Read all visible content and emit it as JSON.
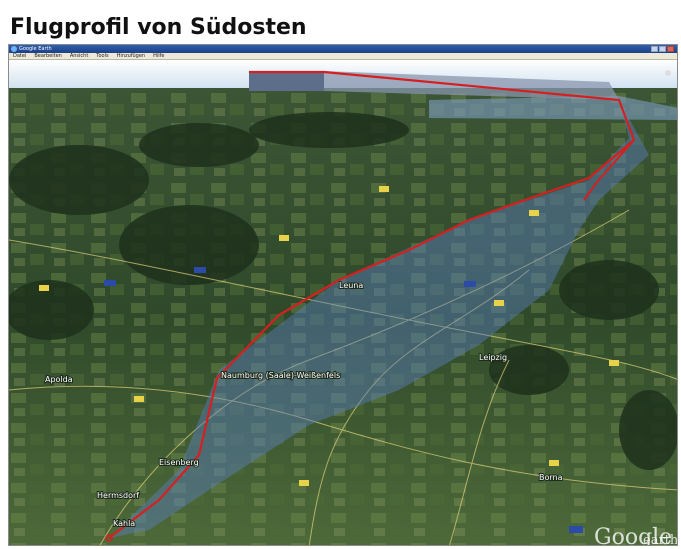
{
  "page": {
    "title": "Flugprofil von Südosten"
  },
  "window": {
    "title": "Google Earth",
    "menu": [
      "Datei",
      "Bearbeiten",
      "Ansicht",
      "Tools",
      "Hinzufügen",
      "Hilfe"
    ]
  },
  "map": {
    "towns": [
      "Apolda",
      "Naumburg (Saale)-Weißenfels",
      "Eisenberg",
      "Hermsdorf",
      "Kahla",
      "Leipzig",
      "Borna",
      "Leuna"
    ],
    "watermark_brand": "Google",
    "watermark_product": "earth",
    "colors": {
      "flight_path": "#d42020",
      "airspace_fill": "#5a7fc0",
      "terrain_dark": "#22361f",
      "terrain_light": "#5b7a3e",
      "sky": "#cfe0ef"
    }
  }
}
